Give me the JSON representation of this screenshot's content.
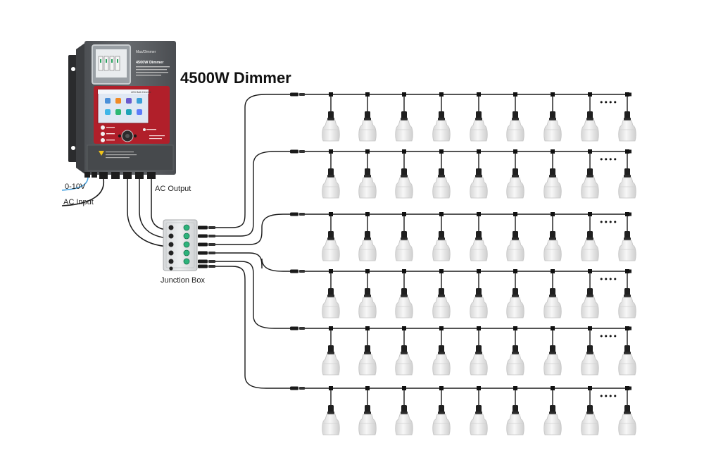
{
  "title": "4500W Dimmer",
  "labels": {
    "control_input": "0-10V",
    "ac_input": "AC Input",
    "ac_output": "AC Output",
    "junction_box": "Junction Box"
  },
  "dimmer_panel": {
    "brand": "Mas/Dimmer",
    "model": "4500W Dimmer",
    "screen_title": "LED Bulb Dimmer"
  },
  "strings": {
    "count": 6,
    "bulbs_per_string": 9,
    "continuation": "••••"
  },
  "colors": {
    "panel_gray": "#5a5d61",
    "screen_red": "#b11f2a",
    "button_green": "#2db37b",
    "wire": "#1a1a1a",
    "signal_wire": "#4aa3df",
    "bulb_white": "#eeeeee"
  }
}
